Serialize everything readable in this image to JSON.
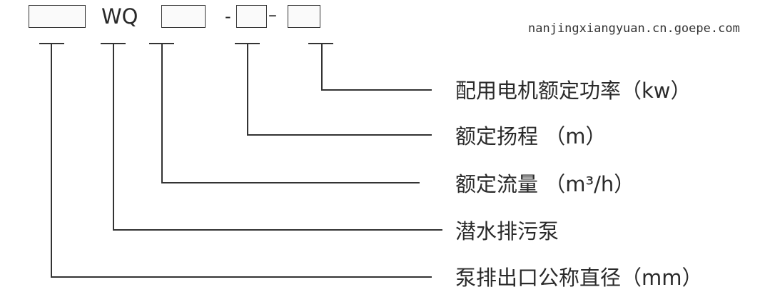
{
  "code": {
    "model_letters": "WQ",
    "separator1": "-",
    "separator2": "–"
  },
  "labels": [
    {
      "id": "motor-power",
      "text": "配用电机额定功率（kw）"
    },
    {
      "id": "rated-head",
      "text": "额定扬程 （m）"
    },
    {
      "id": "rated-flow",
      "text": "额定流量 （m³/h）"
    },
    {
      "id": "pump-type",
      "text": "潜水排污泵"
    },
    {
      "id": "outlet-diameter",
      "text": "泵排出口公称直径（mm）"
    }
  ],
  "watermark": "nanjingxiangyuan.cn.goepe.com"
}
